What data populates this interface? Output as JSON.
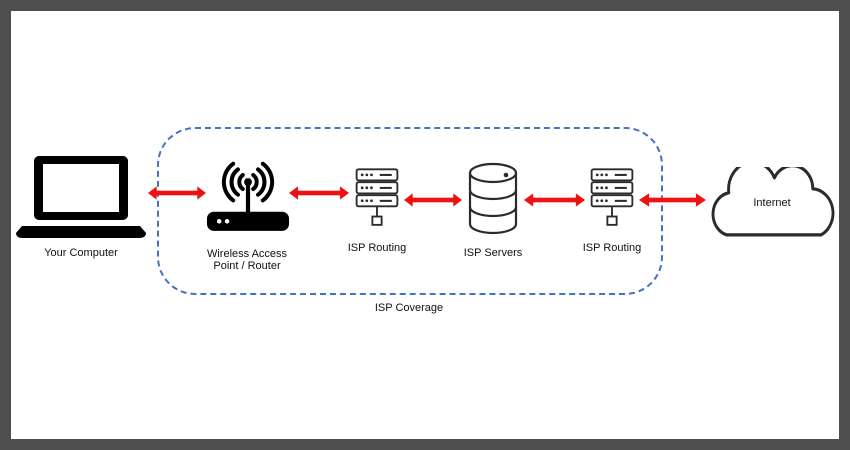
{
  "frame": {
    "background": "#ffffff",
    "border_color": "#4e4e4e"
  },
  "coverage_zone": {
    "label": "ISP Coverage",
    "border_color": "#4472c4",
    "border_style": "dashed"
  },
  "nodes": {
    "computer": {
      "label": "Your Computer",
      "icon": "laptop-icon"
    },
    "access_point": {
      "label_line1": "Wireless Access",
      "label_line2": "Point / Router",
      "icon": "wifi-router-icon"
    },
    "routing_left": {
      "label": "ISP Routing",
      "icon": "server-rack-icon"
    },
    "servers": {
      "label": "ISP Servers",
      "icon": "database-icon"
    },
    "routing_right": {
      "label": "ISP Routing",
      "icon": "server-rack-icon"
    },
    "internet": {
      "label": "Internet",
      "icon": "cloud-icon"
    }
  },
  "edges": [
    {
      "from": "computer",
      "to": "access_point",
      "style": "red-double-arrow"
    },
    {
      "from": "access_point",
      "to": "routing_left",
      "style": "red-double-arrow"
    },
    {
      "from": "routing_left",
      "to": "servers",
      "style": "red-double-arrow"
    },
    {
      "from": "servers",
      "to": "routing_right",
      "style": "red-double-arrow"
    },
    {
      "from": "routing_right",
      "to": "internet",
      "style": "red-double-arrow"
    }
  ],
  "colors": {
    "arrow": "#ee1111",
    "icon_outline": "#2b2b2b",
    "icon_fill": "#000000"
  }
}
